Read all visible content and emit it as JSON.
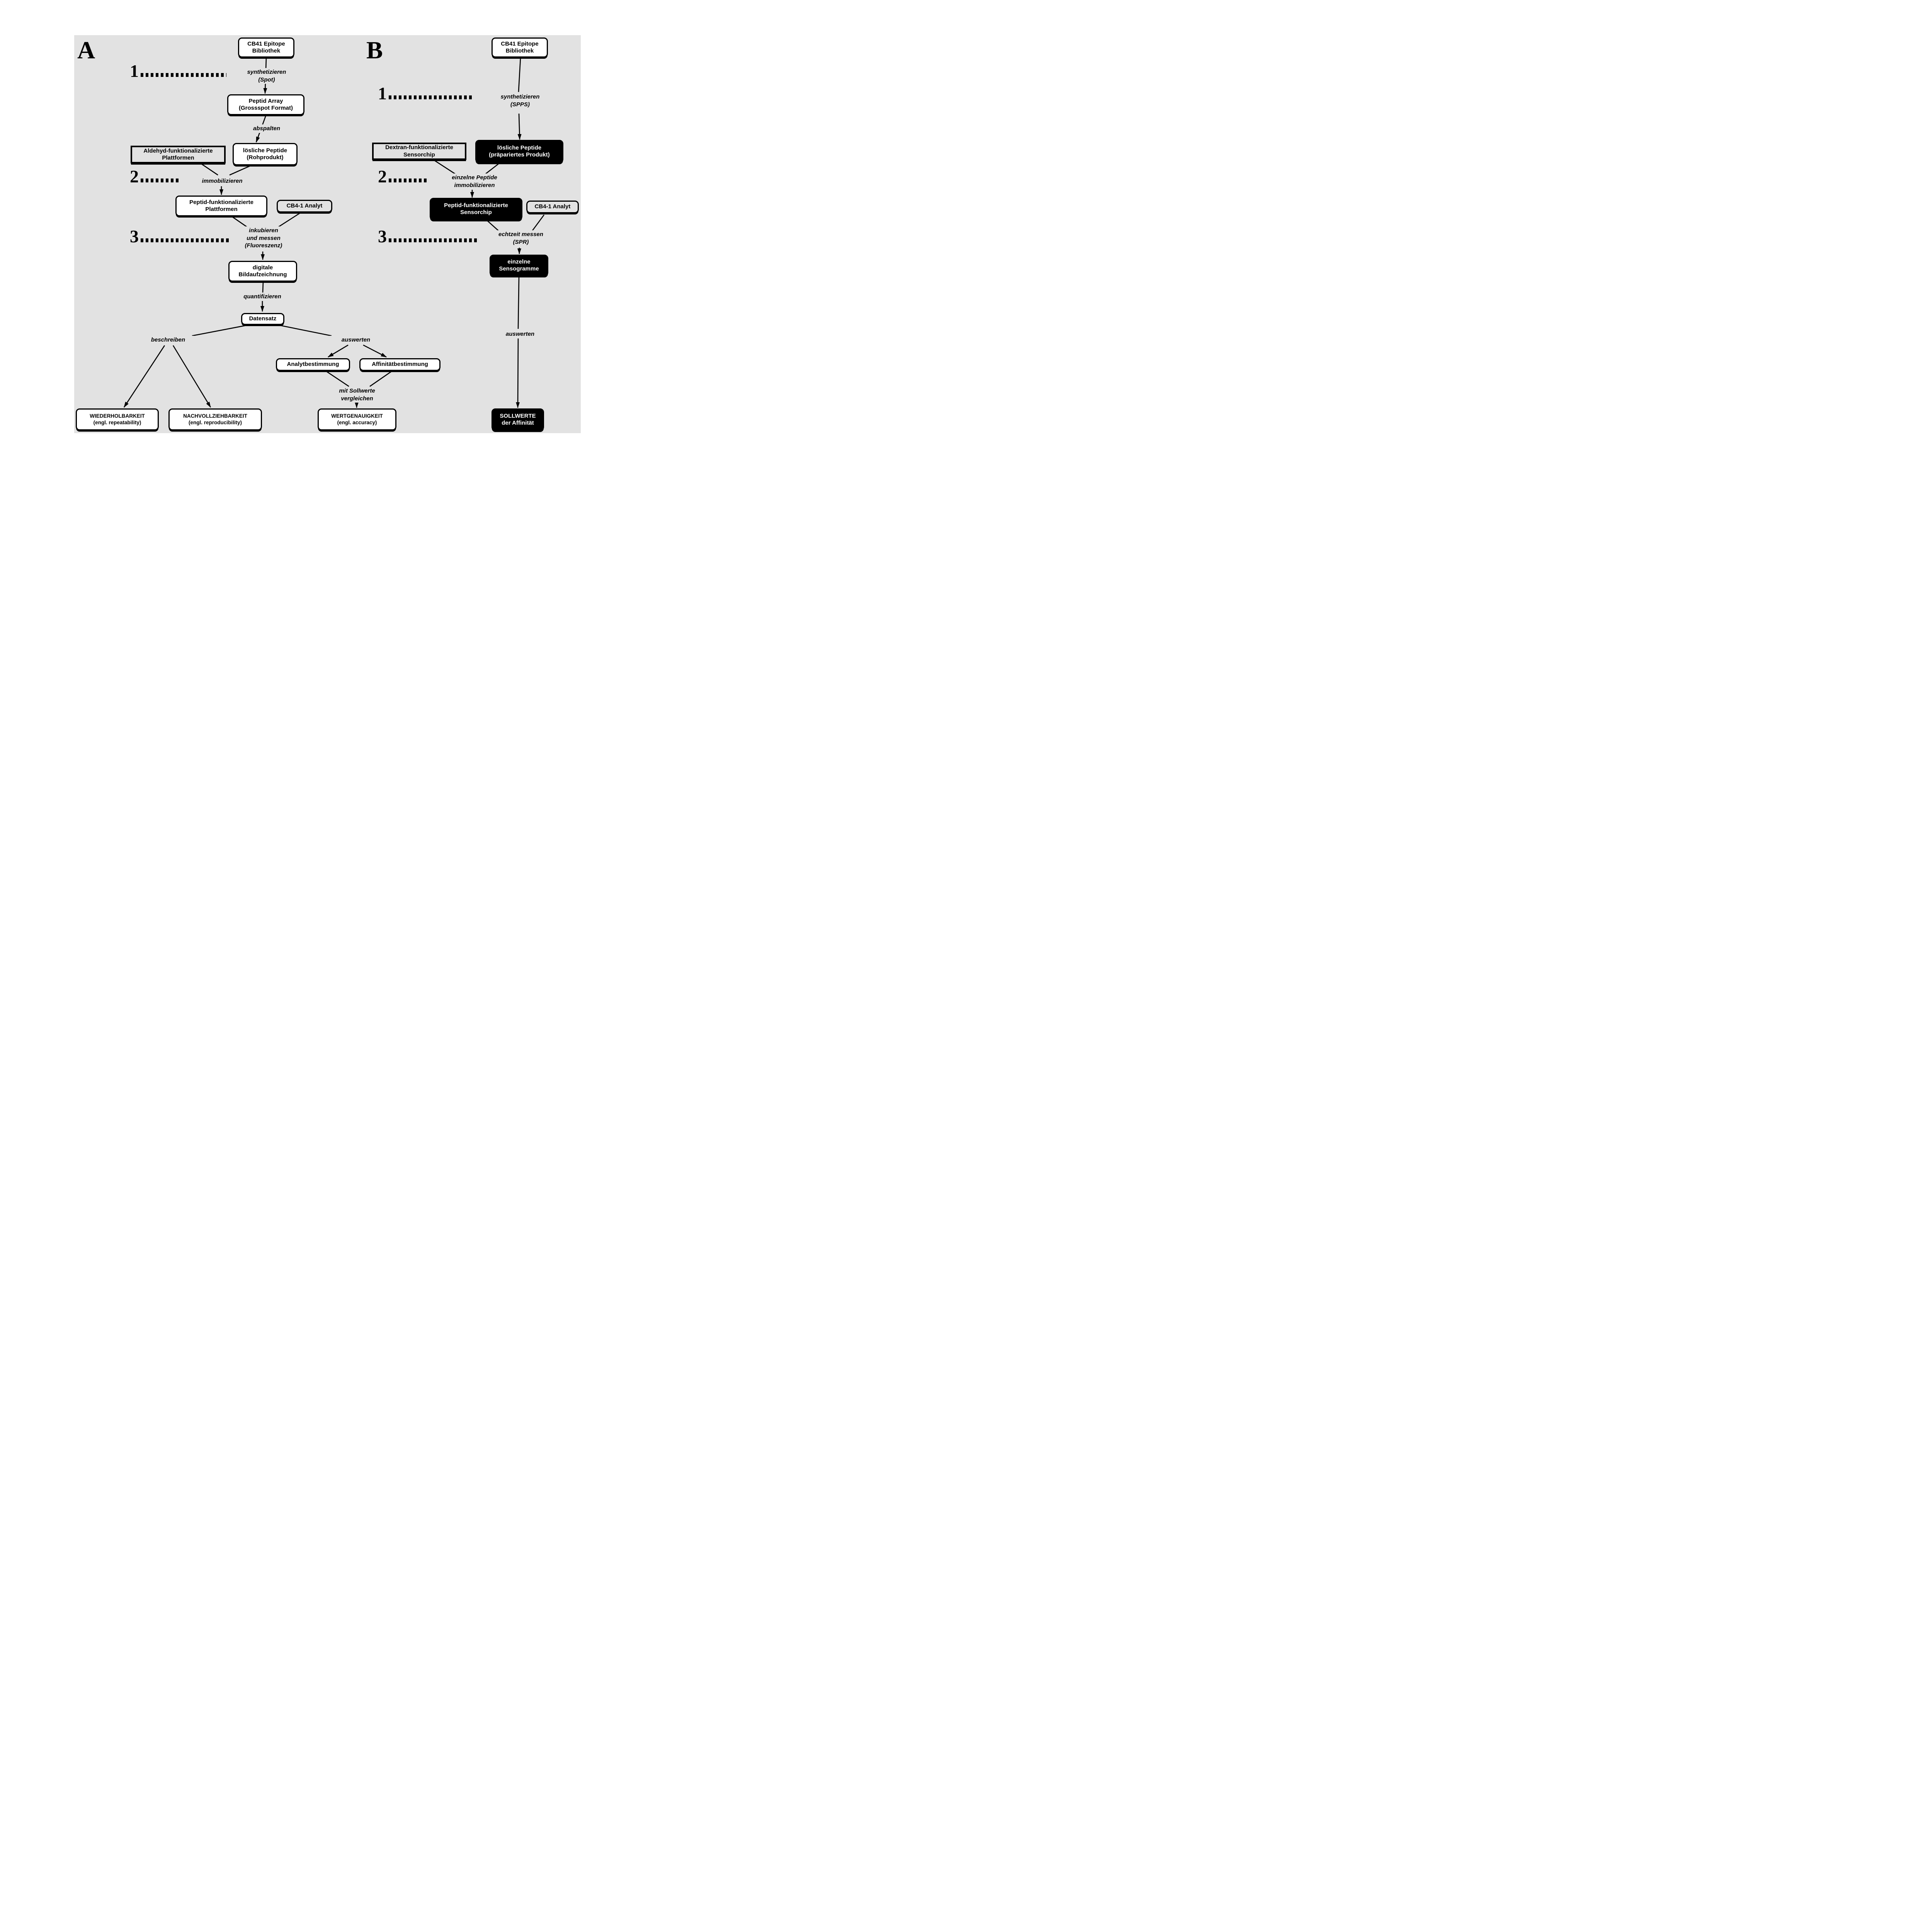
{
  "a": {
    "letter": "A",
    "step1": "1",
    "step2": "2",
    "step3": "3",
    "library": "CB41 Epitope\nBibliothek",
    "lbl_synth": "synthetizieren\n(Spot)",
    "array": "Peptid Array\n(Grossspot Format)",
    "lbl_cleave": "abspalten",
    "platforms_aldehyde": "Aldehyd-funktionalizierte\nPlattformen",
    "soluble_peptides": "lösliche Peptide\n(Rohprodukt)",
    "lbl_immobilize": "immobilizieren",
    "platforms_peptide": "Peptid-funktionalizierte\nPlattformen",
    "analyte": "CB4-1 Analyt",
    "lbl_incubate": "inkubieren\nund messen\n(Fluoreszenz)",
    "imaging": "digitale\nBildaufzeichnung",
    "lbl_quantify": "quantifizieren",
    "dataset": "Datensatz",
    "lbl_describe": "beschreiben",
    "lbl_evaluate": "auswerten",
    "analyt_det": "Analytbestimmung",
    "affinity_det": "Affinitätbestimmung",
    "lbl_compare": "mit Sollwerte\nvergleichen",
    "repeatability": "WIEDERHOLBARKEIT\n(engl. repeatability)",
    "reproducibility": "NACHVOLLZIEHBARKEIT\n(engl. reproducibility)",
    "accuracy": "WERTGENAUIGKEIT\n(engl. accuracy)"
  },
  "b": {
    "letter": "B",
    "step1": "1",
    "step2": "2",
    "step3": "3",
    "library": "CB41 Epitope\nBibliothek",
    "lbl_synth": "synthetizieren\n(SPPS)",
    "sensorchip_dextran": "Dextran-funktionalizierte\nSensorchip",
    "soluble_peptides": "lösliche Peptide\n(präpariertes Produkt)",
    "lbl_immobilize": "einzelne Peptide\nimmobilizieren",
    "sensorchip_peptide": "Peptid-funktionalizierte\nSensorchip",
    "analyte": "CB4-1 Analyt",
    "lbl_measure": "echtzeit messen\n(SPR)",
    "sensograms": "einzelne\nSensogramme",
    "lbl_evaluate": "auswerten",
    "sollwerte": "SOLLWERTE\nder Affinität"
  }
}
